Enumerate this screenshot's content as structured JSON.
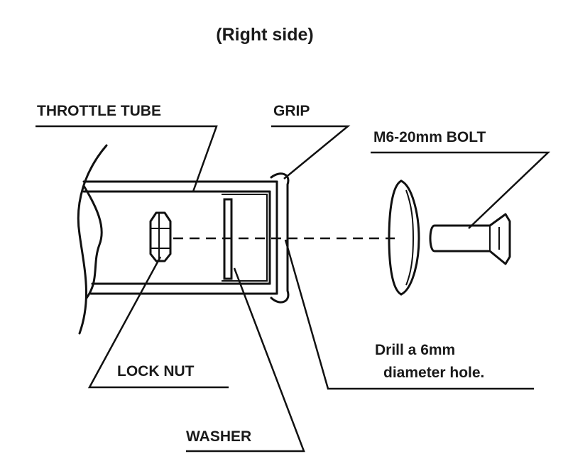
{
  "title": "(Right side)",
  "labels": {
    "throttle_tube": "THROTTLE TUBE",
    "grip": "GRIP",
    "bolt": "M6-20mm BOLT",
    "lock_nut": "LOCK NUT",
    "washer": "WASHER"
  },
  "note": {
    "line1": "Drill a 6mm",
    "line2": "diameter hole."
  }
}
